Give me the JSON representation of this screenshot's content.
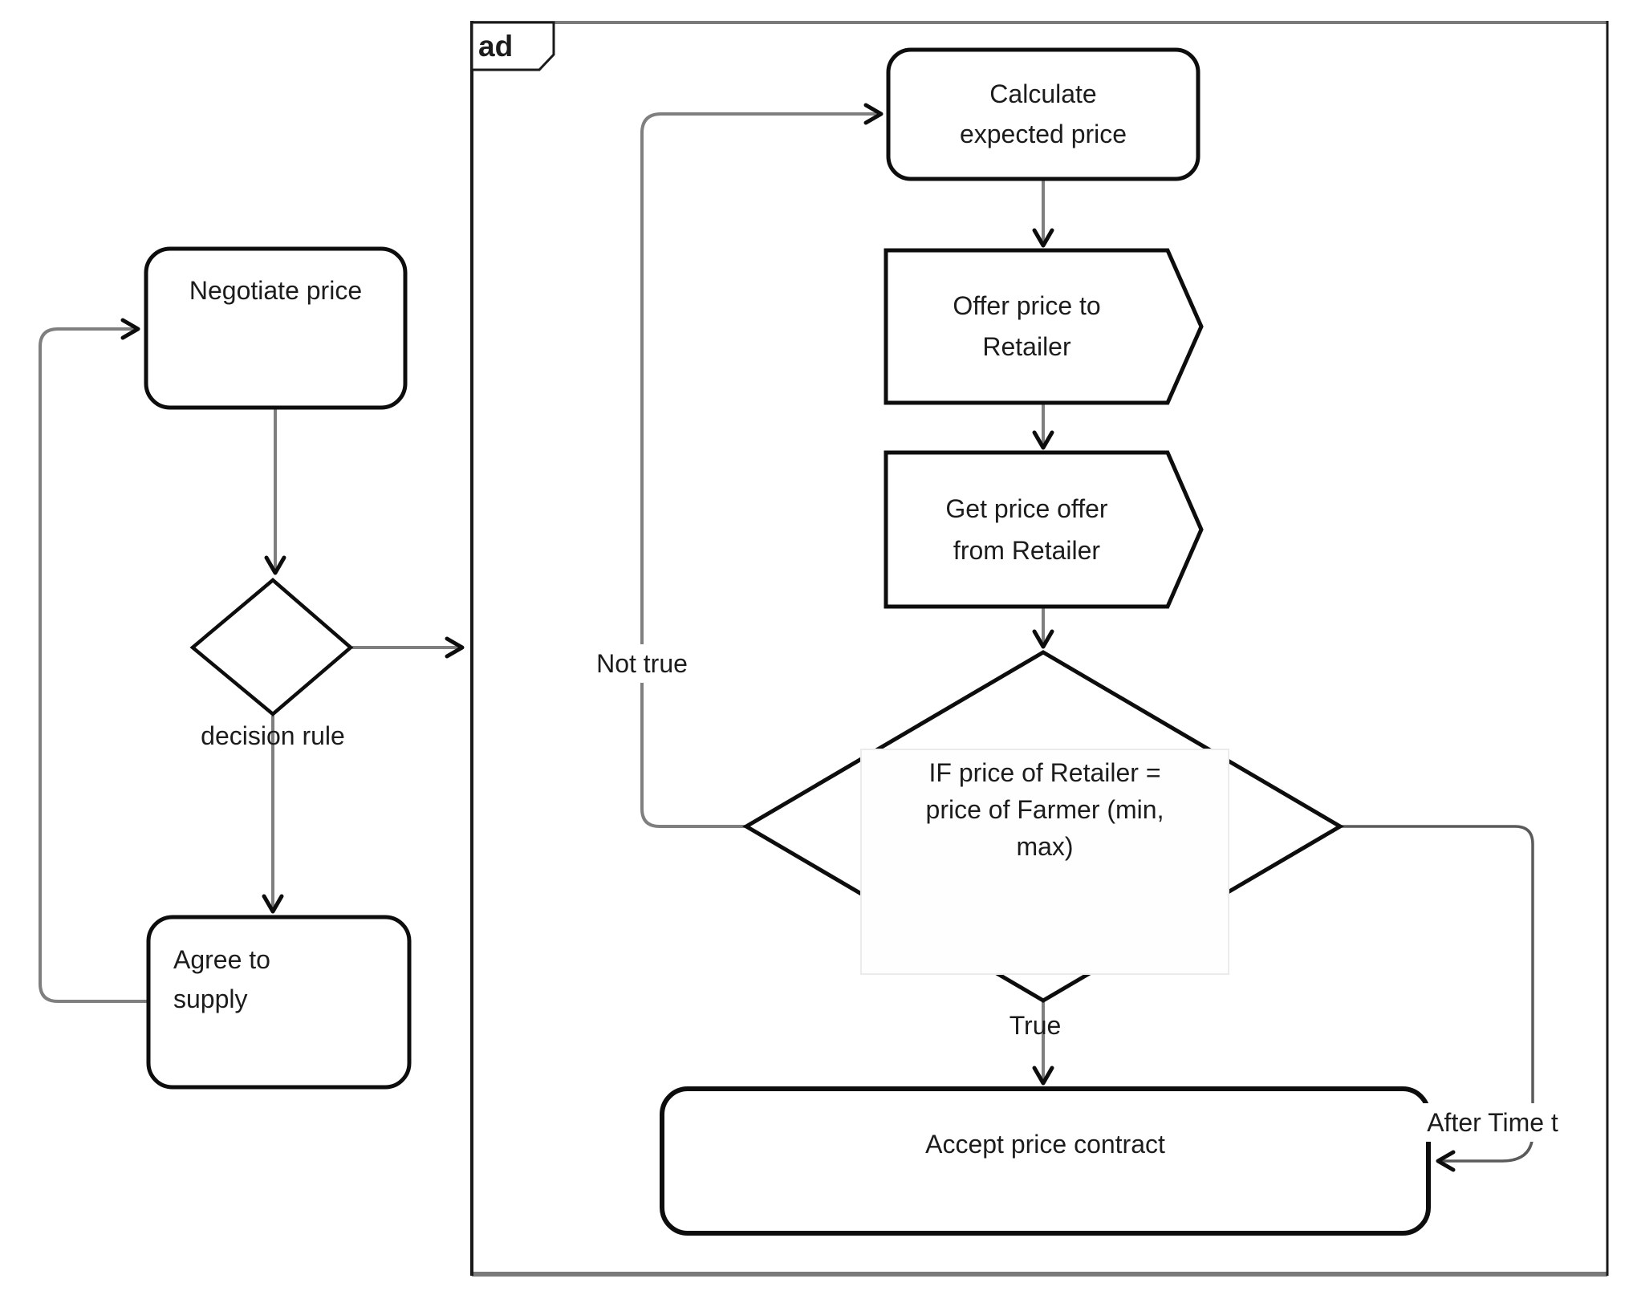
{
  "frame": {
    "label": "ad"
  },
  "nodes": {
    "negotiate": {
      "lines": [
        "Negotiate price"
      ]
    },
    "decision": {
      "label": "decision rule"
    },
    "agree": {
      "lines": [
        "Agree to",
        "supply"
      ]
    },
    "calculate": {
      "lines": [
        "Calculate",
        "expected price"
      ]
    },
    "offer": {
      "lines": [
        "Offer price to",
        "Retailer"
      ]
    },
    "get_offer": {
      "lines": [
        "Get price offer",
        "from Retailer"
      ]
    },
    "condition": {
      "lines": [
        "IF price of Retailer =",
        "price of Farmer (min,",
        "max)"
      ]
    },
    "accept": {
      "label": "Accept price contract"
    }
  },
  "edge_labels": {
    "not_true": "Not true",
    "true_label": "True",
    "after_time": "After Time t"
  },
  "colors": {
    "shape_border": "#0d0d0d",
    "connector": "#7f7f7f",
    "frame_side": "#1a1a1a",
    "frame_top_bottom": "#7a7a7a",
    "text": "#1c1c1c"
  }
}
